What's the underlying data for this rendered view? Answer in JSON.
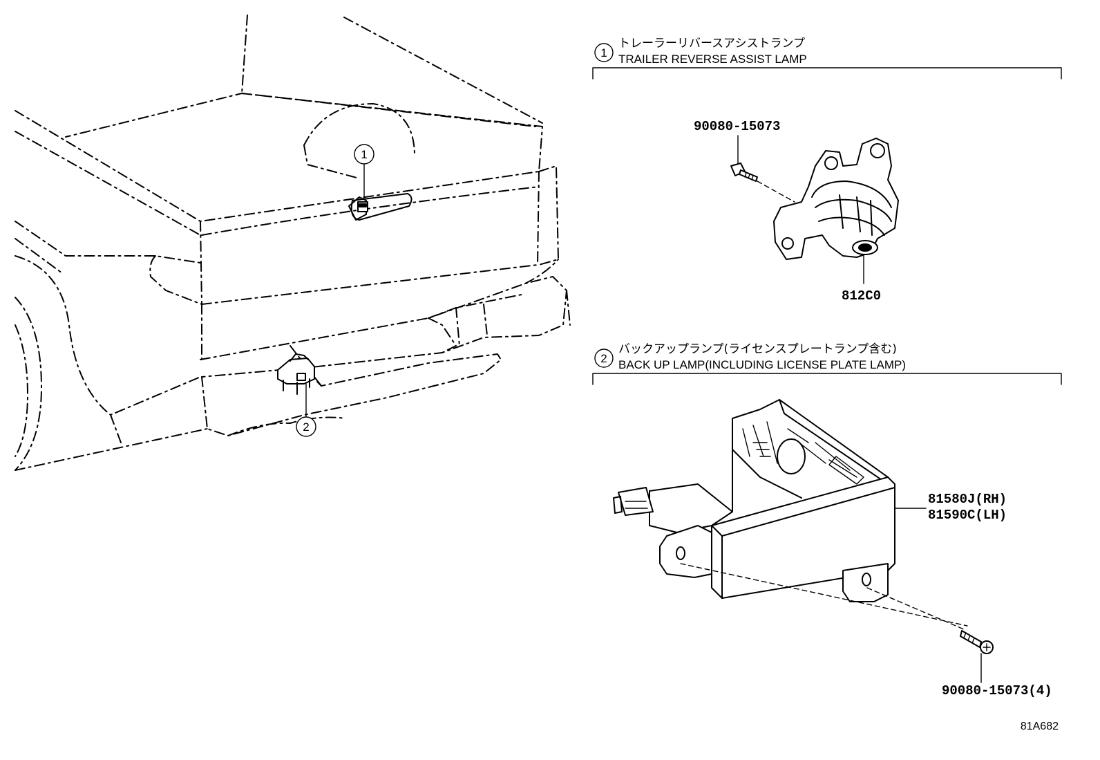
{
  "sections": [
    {
      "number": "1",
      "title_jp": "トレーラーリバースアシストランプ",
      "title_en": "TRAILER REVERSE ASSIST LAMP"
    },
    {
      "number": "2",
      "title_jp": "バックアップランプ(ライセンスプレートランプ含む)",
      "title_en": "BACK UP LAMP(INCLUDING LICENSE PLATE LAMP)"
    }
  ],
  "parts": {
    "bolt_1": "90080-15073",
    "lamp_1": "812C0",
    "lamp_2_rh": "81580J(RH)",
    "lamp_2_lh": "81590C(LH)",
    "bolt_2": "90080-15073(4)"
  },
  "callouts": {
    "c1": "1",
    "c2": "2"
  },
  "diagram_code": "81A682"
}
